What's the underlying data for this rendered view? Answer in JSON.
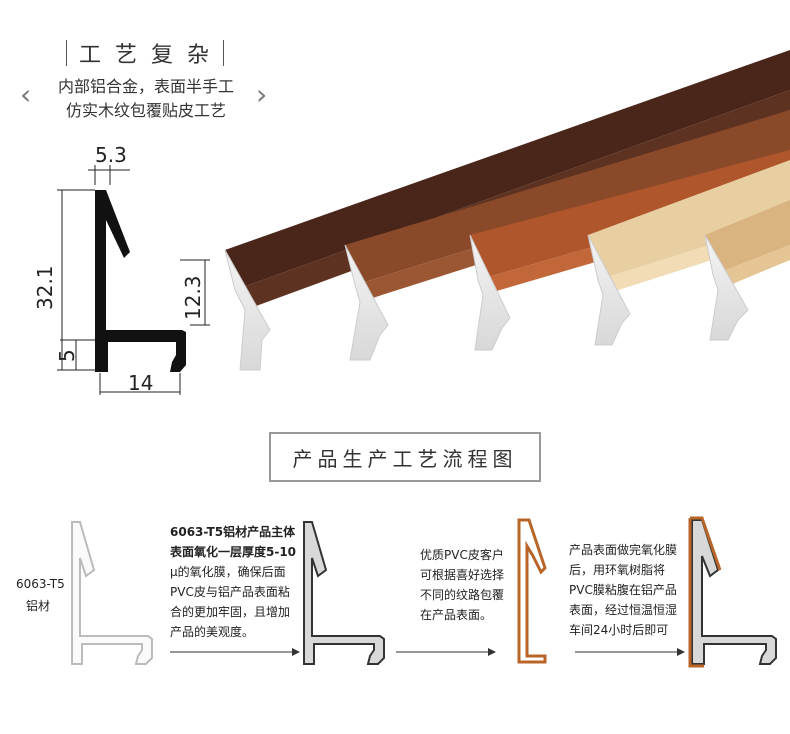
{
  "header": {
    "title": "工艺复杂",
    "subtitle_line1": "内部铝合金，表面半手工",
    "subtitle_line2": "仿实木纹包覆贴皮工艺",
    "prev_arrow": "‹",
    "next_arrow": "›"
  },
  "dimensions": {
    "top": "5.3",
    "height": "32.1",
    "inner_height": "12.3",
    "base_height": "5",
    "bottom": "14"
  },
  "colors": {
    "frames": [
      "#4a2519",
      "#8a4a2a",
      "#b0562c",
      "#e8cfa2",
      "#d9b480"
    ]
  },
  "flow": {
    "title": "产品生产工艺流程图",
    "material_label_1": "6063-T5",
    "material_label_2": "铝材",
    "step1_lines": [
      "6063-T5铝材产品主体",
      "表面氧化一层厚度5-10",
      "μ的氧化膜，确保后面",
      "PVC皮与铝产品表面粘",
      "合的更加牢固，且增加",
      "产品的美观度。"
    ],
    "step2_lines": [
      "优质PVC皮客户",
      "可根据喜好选择",
      "不同的纹路包覆",
      "在产品表面。"
    ],
    "step3_lines": [
      "产品表面做完氧化膜",
      "后，用环氧树脂将",
      "PVC膜粘腹在铝产品",
      "表面，经过恒温恒湿",
      "车间24小时后即可"
    ]
  }
}
